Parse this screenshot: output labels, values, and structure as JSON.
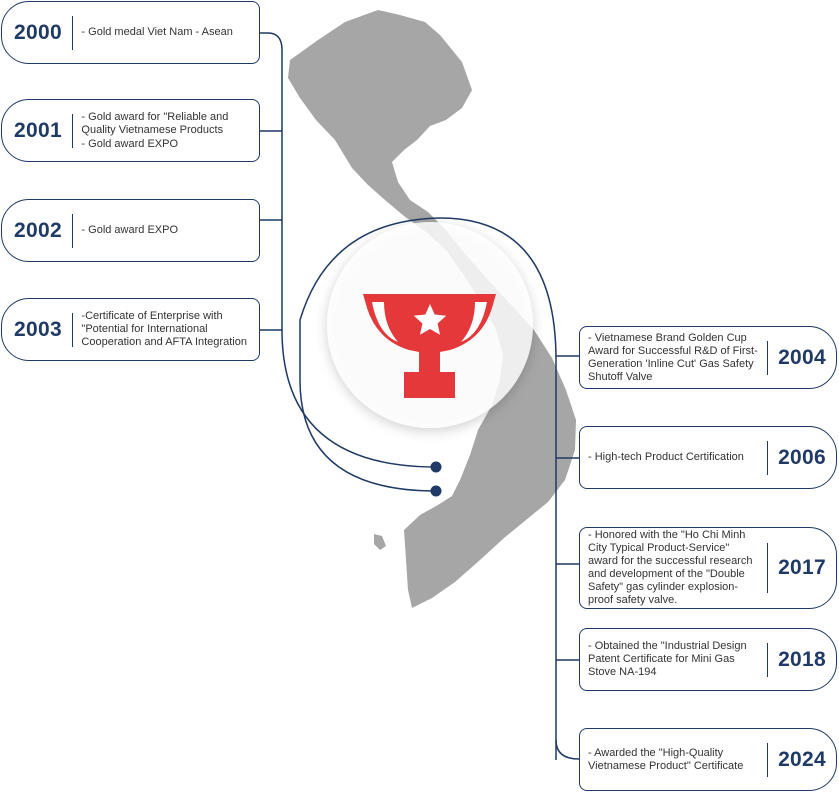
{
  "colors": {
    "navy": "#1f3a66",
    "map_gray": "#a6a6a6",
    "trophy_red": "#e5383b",
    "text": "#333333"
  },
  "center_icon": "trophy-icon",
  "left_milestones": [
    {
      "year": "2000",
      "lines": [
        "-   Gold medal Viet Nam - Asean"
      ]
    },
    {
      "year": "2001",
      "lines": [
        "-   Gold award for \"Reliable and Quality Vietnamese Products",
        "-   Gold award  EXPO"
      ]
    },
    {
      "year": "2002",
      "lines": [
        "-   Gold award  EXPO"
      ]
    },
    {
      "year": "2003",
      "lines": [
        "-Certificate of Enterprise with \"Potential for International Cooperation and AFTA Integration"
      ]
    }
  ],
  "right_milestones": [
    {
      "year": "2004",
      "lines": [
        "-   Vietnamese Brand Golden Cup Award for Successful R&D of First-Generation 'Inline Cut' Gas Safety Shutoff Valve"
      ]
    },
    {
      "year": "2006",
      "lines": [
        "-   High-tech Product Certification"
      ]
    },
    {
      "year": "2017",
      "lines": [
        "-   Honored with the \"Ho Chi Minh City Typical Product-Service\" award for the successful research and development of the \"Double Safety\" gas cylinder explosion-proof safety valve."
      ]
    },
    {
      "year": "2018",
      "lines": [
        "-   Obtained the \"Industrial Design Patent Certificate for Mini Gas Stove NA-194"
      ]
    },
    {
      "year": "2024",
      "lines": [
        "-   Awarded the \"High-Quality Vietnamese Product\" Certificate"
      ]
    }
  ]
}
